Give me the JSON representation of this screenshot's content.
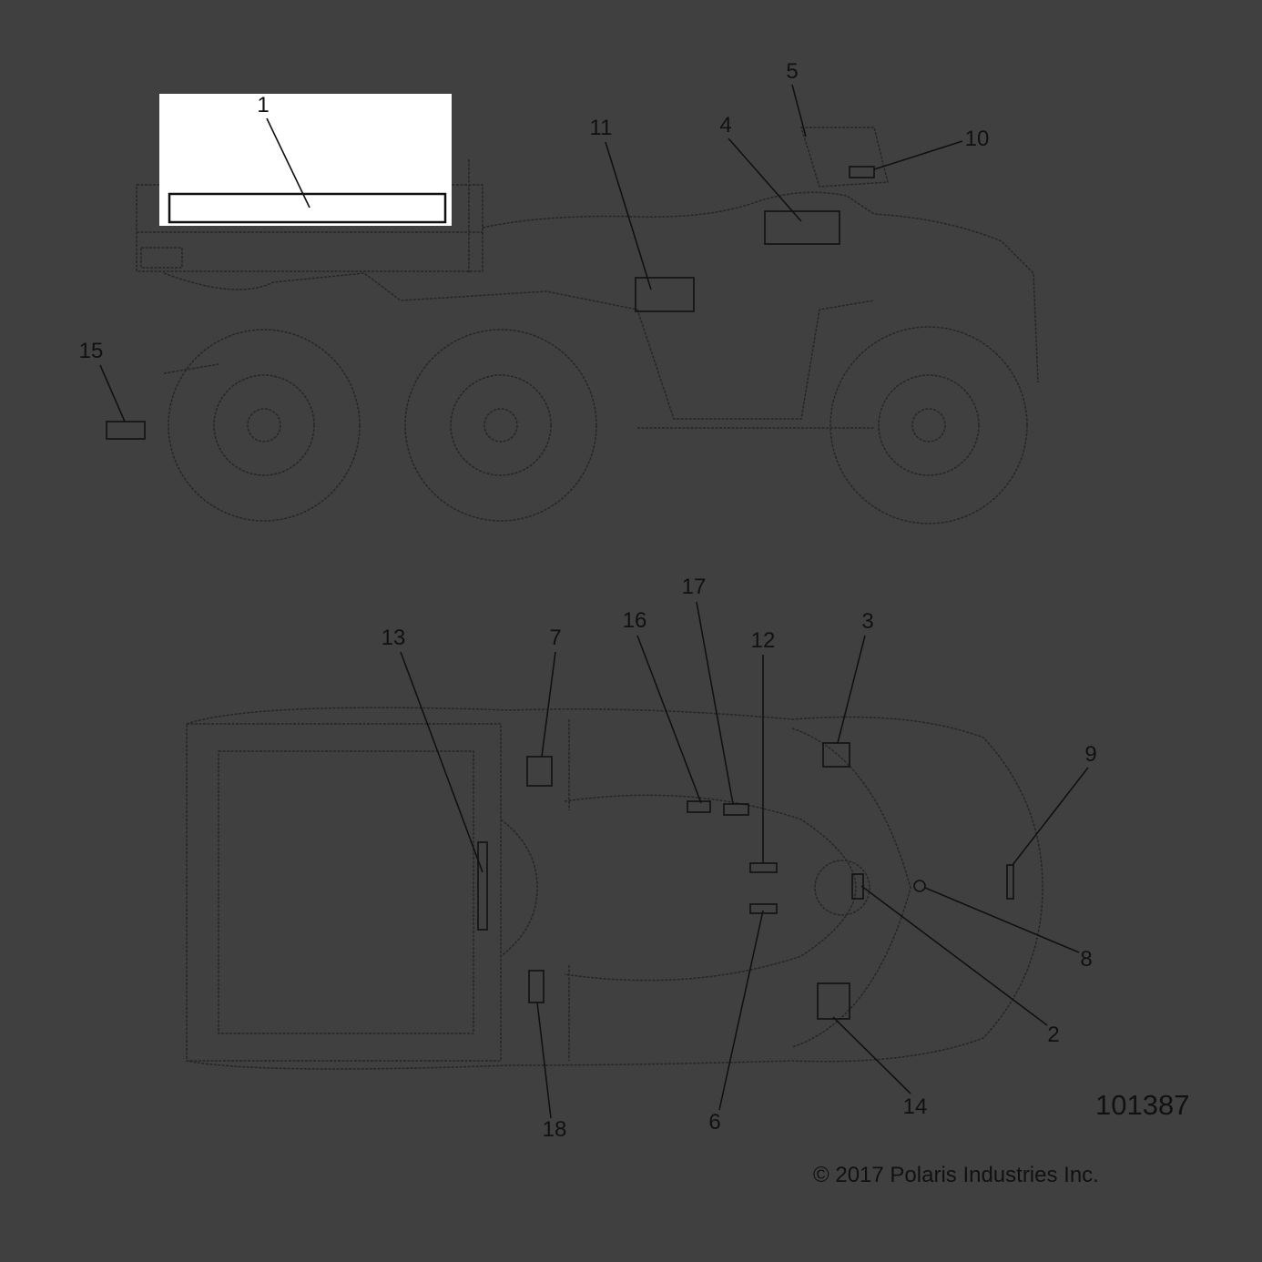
{
  "diagram_id": "101387",
  "copyright": "© 2017 Polaris Industries Inc.",
  "highlighted_callout": "1",
  "colors": {
    "background": "#404040",
    "line": "#1e1e1e",
    "highlight": "#ffffff"
  },
  "callouts": [
    "1",
    "5",
    "10",
    "4",
    "11",
    "15",
    "13",
    "7",
    "16",
    "17",
    "12",
    "3",
    "9",
    "8",
    "2",
    "14",
    "6",
    "18"
  ]
}
